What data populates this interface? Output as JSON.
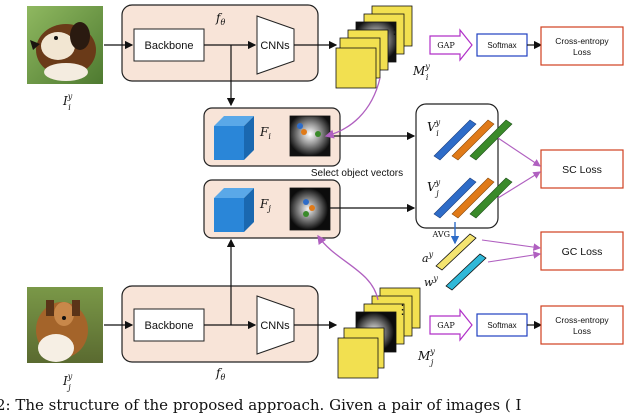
{
  "module": {
    "backbone": "Backbone",
    "cnns": "CNNs",
    "f_theta": "f",
    "f_theta_sub": "θ"
  },
  "images": {
    "top_base": "I",
    "top_sup": "y",
    "top_sub": "i",
    "bottom_base": "I",
    "bottom_sup": "y",
    "bottom_sub": "j"
  },
  "maps": {
    "top_base": "M",
    "top_sup": "y",
    "top_sub": "i",
    "bottom_base": "M",
    "bottom_sup": "y",
    "bottom_sub": "j",
    "dots": "⋮"
  },
  "heads": {
    "gap": "GAP",
    "softmax": "Softmax",
    "ce_line1": "Cross-entropy",
    "ce_line2": "Loss"
  },
  "features": {
    "fi_base": "F",
    "fi_sub": "i",
    "fj_base": "F",
    "fj_sub": "j",
    "select_label": "Select object vectors"
  },
  "vectors": {
    "vi_base": "V",
    "vi_sup": "y",
    "vi_sub": "i",
    "vj_base": "V",
    "vj_sup": "y",
    "vj_sub": "j",
    "avg": "AVG",
    "a_base": "a",
    "a_sup": "y",
    "w_base": "w",
    "w_sup": "y"
  },
  "losses": {
    "sc": "SC Loss",
    "gc": "GC Loss"
  },
  "caption": "2: The structure of the proposed approach. Given a pair of images ( I",
  "colors": {
    "module_fill": "#f8e4d8",
    "gap_border": "#b030c8",
    "softmax_border": "#2040c0",
    "loss_border": "#d04020",
    "cube": "#2a86d8",
    "map_yellow": "#f2e050",
    "purple_arrow": "#b060c0",
    "vec_blue": "#2e6cc8",
    "vec_orange": "#e07a18",
    "vec_green": "#3a8a2a",
    "a_yellow": "#f4e470",
    "w_cyan": "#30b8d8"
  }
}
